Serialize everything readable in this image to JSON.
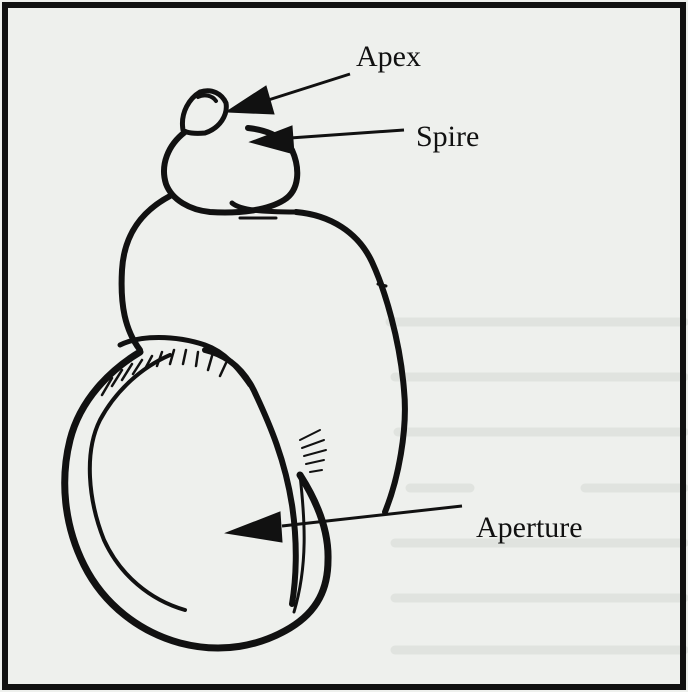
{
  "figure": {
    "labels": {
      "apex": "Apex",
      "spire": "Spire",
      "aperture": "Aperture"
    }
  },
  "colors": {
    "paper": "#eef0ed",
    "ink": "#111111",
    "bleed_through_text": "#d4d7d3"
  }
}
